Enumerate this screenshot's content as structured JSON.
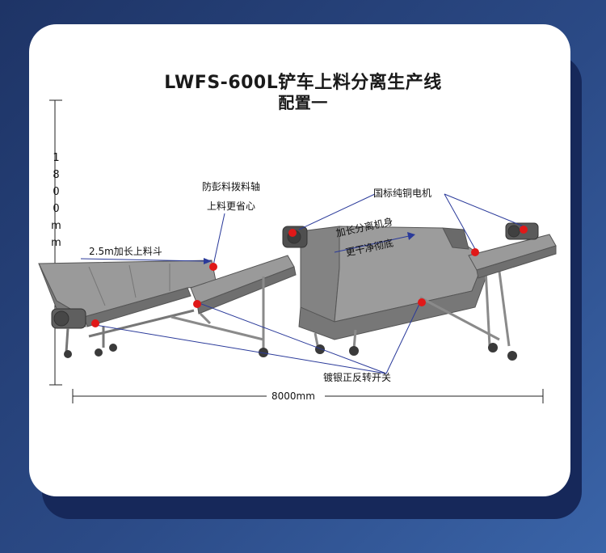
{
  "title_line1": "LWFS-600L铲车上料分离生产线",
  "title_line2": "配置一",
  "height_dimension": "1800mm",
  "length_dimension": "8000mm",
  "callouts": {
    "hopper": "2.5m加长上料斗",
    "anti_swell_shaft_line1": "防彭料拨料轴",
    "anti_swell_shaft_line2": "上料更省心",
    "motor": "国标纯铜电机",
    "body_line1": "加长分离机身",
    "body_line2": "更干净彻底",
    "switch": "镀银正反转开关"
  },
  "colors": {
    "background": "#2b4a86",
    "card": "#ffffff",
    "machine_gray": "#8e8e8e",
    "leader_line": "#2a3a9a",
    "marker_red": "#e01818"
  }
}
